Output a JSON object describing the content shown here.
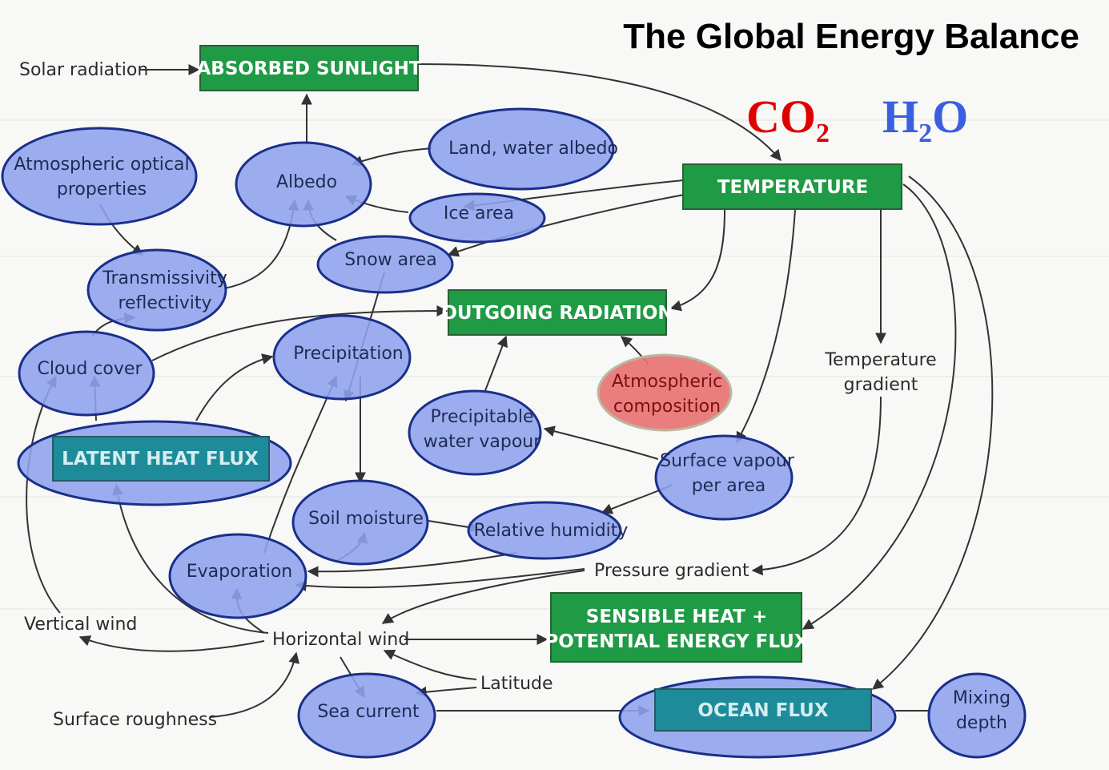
{
  "title": "The Global Energy Balance",
  "molecules": {
    "co2": {
      "base": "CO",
      "sub": "2",
      "color": "#e00000"
    },
    "h2o": {
      "base": "H",
      "sub": "2",
      "tail": "O",
      "color": "#3a5fe0"
    }
  },
  "boxes": {
    "absorbed_sunlight": "ABSORBED SUNLIGHT",
    "temperature": "TEMPERATURE",
    "outgoing_radiation": "OUTGOING RADIATION",
    "latent_heat_flux": "LATENT HEAT FLUX",
    "sensible_heat_line1": "SENSIBLE HEAT +",
    "sensible_heat_line2": "POTENTIAL ENERGY FLUX",
    "ocean_flux": "OCEAN FLUX"
  },
  "nodes": {
    "atmospheric_optical_line1": "Atmospheric optical",
    "atmospheric_optical_line2": "properties",
    "albedo": "Albedo",
    "land_water_albedo": "Land, water albedo",
    "ice_area": "Ice area",
    "snow_area": "Snow area",
    "transmissivity_line1": "Transmissivity",
    "transmissivity_line2": "reflectivity",
    "cloud_cover": "Cloud cover",
    "precipitation": "Precipitation",
    "precipitable_line1": "Precipitable",
    "precipitable_line2": "water vapour",
    "atmospheric_comp_line1": "Atmospheric",
    "atmospheric_comp_line2": "composition",
    "surface_vapour_line1": "Surface vapour",
    "surface_vapour_line2": "per area",
    "soil_moisture": "Soil moisture",
    "relative_humidity": "Relative humidity",
    "evaporation": "Evaporation",
    "sea_current": "Sea current",
    "mixing_depth_line1": "Mixing",
    "mixing_depth_line2": "depth"
  },
  "labels": {
    "solar_radiation": "Solar radiation",
    "temperature_gradient_line1": "Temperature",
    "temperature_gradient_line2": "gradient",
    "pressure_gradient": "Pressure gradient",
    "vertical_wind": "Vertical wind",
    "horizontal_wind": "Horizontal wind",
    "latitude": "Latitude",
    "surface_roughness": "Surface roughness"
  },
  "colors": {
    "ellipse_fill": "#8ea2ee",
    "ellipse_stroke": "#1a2f8a",
    "green_box": "#1f9a45",
    "teal_box": "#1e8b9b",
    "composition_fill": "#e87373"
  }
}
